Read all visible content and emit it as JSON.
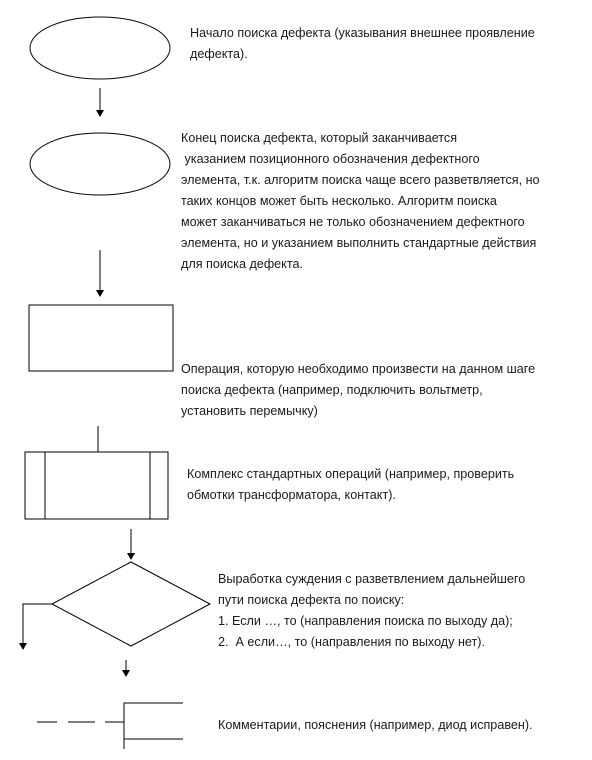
{
  "descriptions": {
    "start": {
      "lines": [
        "Начало поиска дефекта (указывания внешнее проявление",
        "дефекта)."
      ]
    },
    "end": {
      "lines": [
        "Конец поиска дефекта, который заканчивается",
        " указанием позиционного обозначения дефектного",
        "элемента, т.к. алгоритм поиска чаще всего разветвляется, но",
        "таких концов может быть несколько. Алгоритм поиска",
        "может заканчиваться не только обозначением дефектного",
        "элемента, но и указанием выполнить стандартные действия",
        "для поиска дефекта."
      ]
    },
    "operation": {
      "lines": [
        "Операция, которую необходимо произвести на данном шаге",
        "поиска дефекта (например, подключить вольтметр,",
        "установить перемычку)"
      ]
    },
    "complex": {
      "lines": [
        "Комплекс стандартных операций (например, проверить",
        "обмотки трансформатора, контакт)."
      ]
    },
    "decision": {
      "lines": [
        "Выработка суждения с разветвлением дальнейшего",
        "пути поиска дефекта по поиску:",
        "1. Если …, то (направления поиска по выходу да);",
        "2.  А если…, то (направления по выходу нет)."
      ]
    },
    "comment": {
      "lines": [
        "Комментарии, пояснения (например, диод исправен)."
      ]
    }
  },
  "colors": {
    "stroke": "#000000",
    "text": "#1a1a1a",
    "background": "#ffffff"
  }
}
